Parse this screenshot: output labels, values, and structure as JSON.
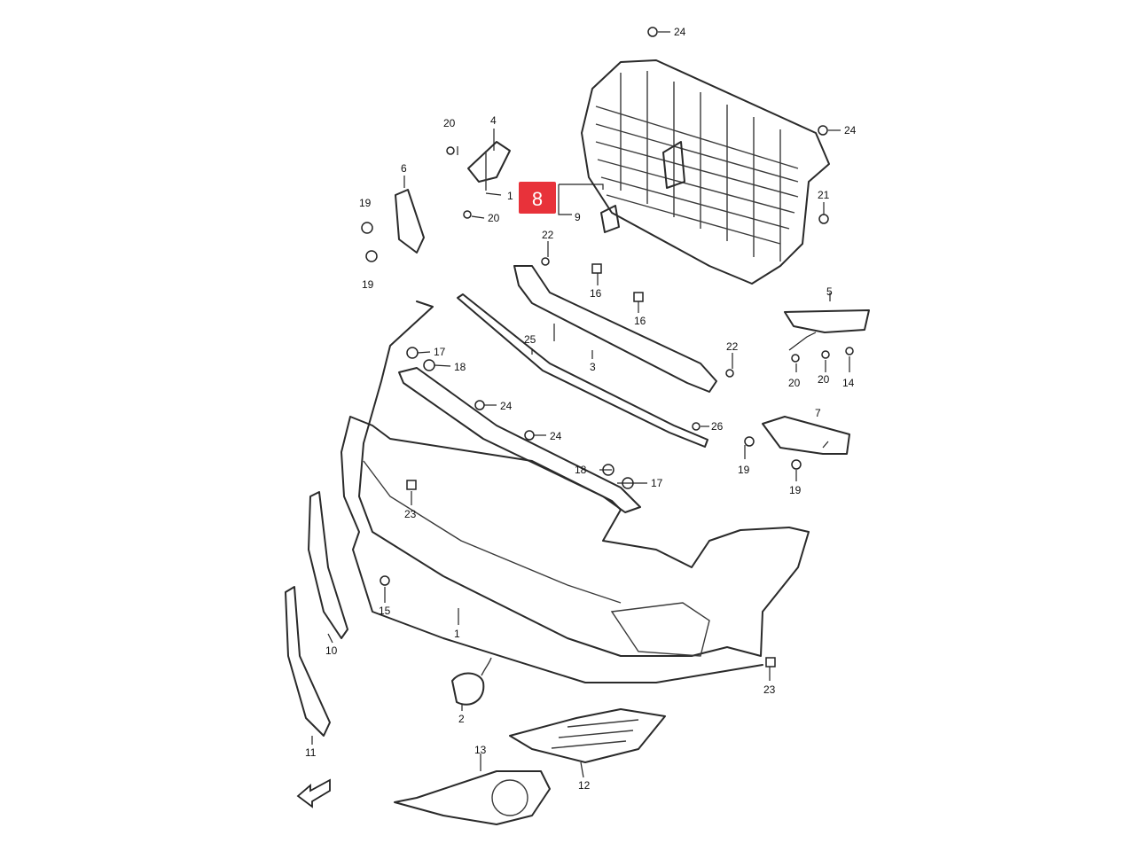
{
  "highlighted_part": {
    "label": "8",
    "color": "#e8323a"
  },
  "callouts": {
    "c1": "1",
    "c2": "2",
    "c3": "3",
    "c4": "4",
    "c5": "5",
    "c6": "6",
    "c7": "7",
    "c9": "9",
    "c10": "10",
    "c11": "11",
    "c12": "12",
    "c13": "13",
    "c14": "14",
    "c15": "15",
    "c16a": "16",
    "c16b": "16",
    "c17a": "17",
    "c17b": "17",
    "c18a": "18",
    "c18b": "18",
    "c19a": "19",
    "c19b": "19",
    "c19c": "19",
    "c19d": "19",
    "c20a": "20",
    "c20b": "20",
    "c20c": "20",
    "c20d": "20",
    "c21": "21",
    "c22a": "22",
    "c22b": "22",
    "c23a": "23",
    "c23b": "23",
    "c24a": "24",
    "c24b": "24",
    "c24c": "24",
    "c24d": "24",
    "c25": "25",
    "c26": "26",
    "c14b": "1"
  },
  "icons": {
    "direction_arrow": "front-direction-arrow-icon"
  }
}
